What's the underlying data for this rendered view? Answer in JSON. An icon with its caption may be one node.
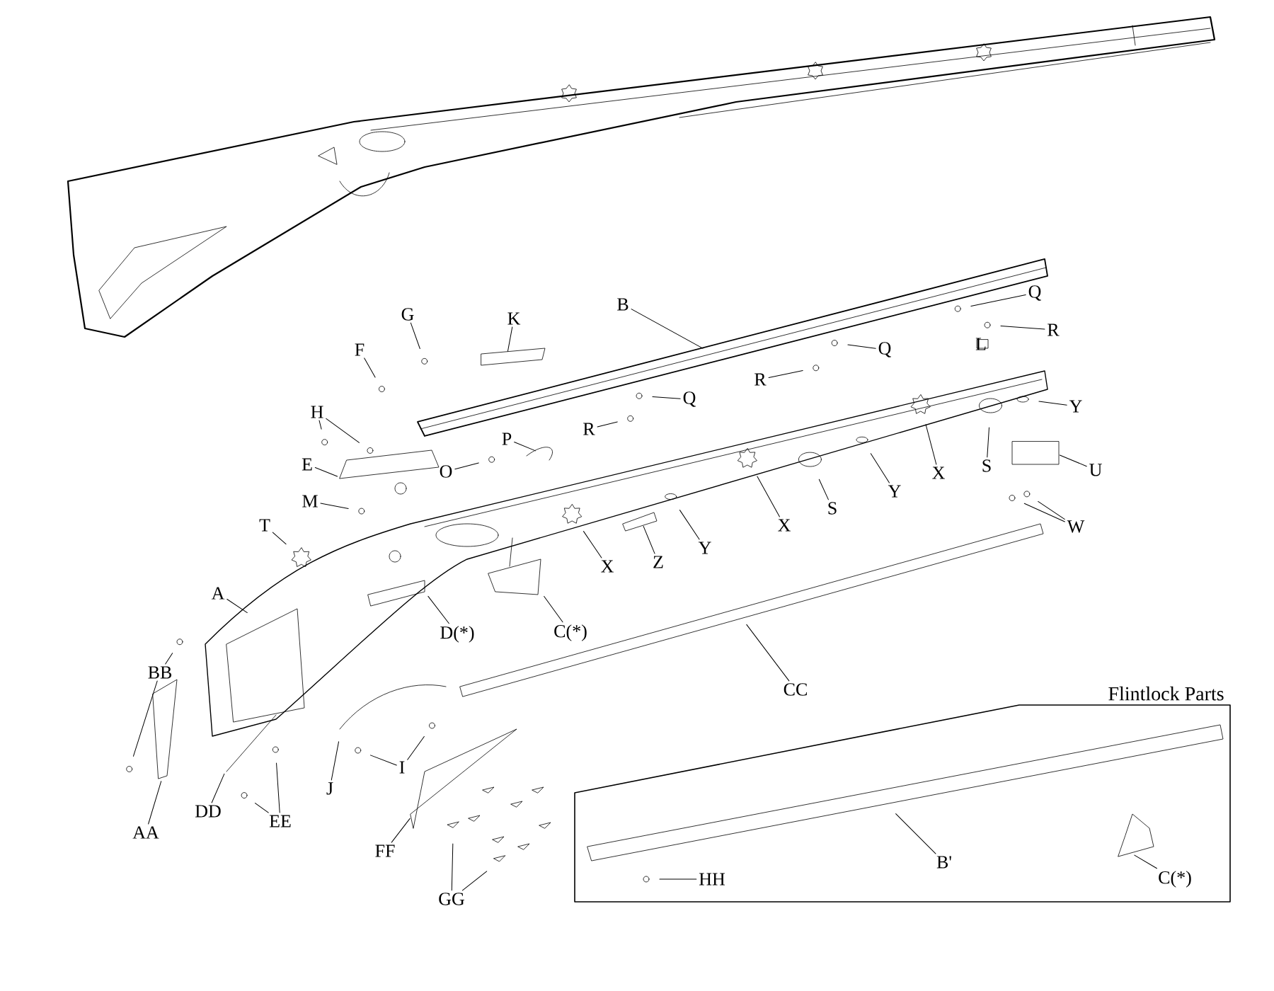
{
  "diagram": {
    "nodes": [
      {
        "text": [
          "B"
        ]
      },
      {
        "text": [
          "Q"
        ]
      },
      {
        "text": [
          "R"
        ]
      },
      {
        "text": [
          "G"
        ]
      },
      {
        "text": [
          "K"
        ]
      },
      {
        "text": [
          "F"
        ]
      },
      {
        "text": [
          "Q"
        ]
      },
      {
        "text": [
          "R"
        ]
      },
      {
        "text": [
          "H"
        ]
      },
      {
        "text": [
          "Y"
        ]
      },
      {
        "text": [
          "Q"
        ]
      },
      {
        "text": [
          "R"
        ]
      },
      {
        "text": [
          "P"
        ]
      },
      {
        "text": [
          "E"
        ]
      },
      {
        "text": [
          "O"
        ]
      },
      {
        "text": [
          "X"
        ]
      },
      {
        "text": [
          "S"
        ]
      },
      {
        "text": [
          "U"
        ]
      },
      {
        "text": [
          "M"
        ]
      },
      {
        "text": [
          "Y"
        ]
      },
      {
        "text": [
          "Y"
        ]
      },
      {
        "text": [
          "X"
        ]
      },
      {
        "text": [
          "S"
        ]
      },
      {
        "text": [
          "T"
        ]
      },
      {
        "text": [
          "Z"
        ]
      },
      {
        "text": [
          "X"
        ]
      },
      {
        "text": [
          "W"
        ]
      },
      {
        "text": [
          "A"
        ]
      },
      {
        "text": [
          "D(*)"
        ]
      },
      {
        "text": [
          "C(*)"
        ]
      },
      {
        "text": [
          "CC"
        ]
      },
      {
        "text": [
          "BB"
        ]
      },
      {
        "text": [
          "AA"
        ]
      },
      {
        "text": [
          "J"
        ]
      },
      {
        "text": [
          "I"
        ]
      },
      {
        "text": [
          "DD"
        ]
      },
      {
        "text": [
          "EE"
        ]
      },
      {
        "text": [
          "FF"
        ]
      },
      {
        "text": [
          "GG"
        ]
      },
      {
        "text": [
          "Flintlock Parts"
        ]
      },
      {
        "text": [
          "B'"
        ],
        "in": 39
      },
      {
        "text": [
          "HH"
        ],
        "in": 39
      },
      {
        "text": [
          "C(*)"
        ],
        "in": 39
      }
    ],
    "edges": [
      {
        "from": 0,
        "to": null,
        "arrow": "none"
      },
      {
        "from": 1,
        "to": null,
        "arrow": "none"
      },
      {
        "from": 2,
        "to": null,
        "arrow": "none"
      },
      {
        "from": 3,
        "to": null,
        "arrow": "none"
      },
      {
        "from": 4,
        "to": null,
        "arrow": "none"
      },
      {
        "from": 5,
        "to": null,
        "arrow": "none"
      },
      {
        "from": 6,
        "to": null,
        "arrow": "none"
      },
      {
        "from": 7,
        "to": null,
        "arrow": "none"
      },
      {
        "from": 8,
        "to": null,
        "arrow": "none"
      },
      {
        "from": 8,
        "to": null,
        "arrow": "none"
      },
      {
        "from": 9,
        "to": null,
        "arrow": "none"
      },
      {
        "from": 10,
        "to": null,
        "arrow": "none"
      },
      {
        "from": 11,
        "to": null,
        "arrow": "none"
      },
      {
        "from": 12,
        "to": null,
        "arrow": "none"
      },
      {
        "from": 13,
        "to": null,
        "arrow": "none"
      },
      {
        "from": 14,
        "to": null,
        "arrow": "none"
      },
      {
        "from": 15,
        "to": null,
        "arrow": "none"
      },
      {
        "from": 16,
        "to": null,
        "arrow": "none"
      },
      {
        "from": 17,
        "to": null,
        "arrow": "none"
      },
      {
        "from": 18,
        "to": null,
        "arrow": "none"
      },
      {
        "from": 19,
        "to": null,
        "arrow": "none"
      },
      {
        "from": 20,
        "to": null,
        "arrow": "none"
      },
      {
        "from": 21,
        "to": null,
        "arrow": "none"
      },
      {
        "from": 22,
        "to": null,
        "arrow": "none"
      },
      {
        "from": 23,
        "to": null,
        "arrow": "none"
      },
      {
        "from": 24,
        "to": null,
        "arrow": "none"
      },
      {
        "from": 25,
        "to": null,
        "arrow": "none"
      },
      {
        "from": 26,
        "to": null,
        "arrow": "none"
      },
      {
        "from": 26,
        "to": null,
        "arrow": "none"
      },
      {
        "from": 27,
        "to": null,
        "arrow": "none"
      },
      {
        "from": 28,
        "to": null,
        "arrow": "none"
      },
      {
        "from": 29,
        "to": null,
        "arrow": "none"
      },
      {
        "from": 30,
        "to": null,
        "arrow": "none"
      },
      {
        "from": 31,
        "to": null,
        "arrow": "none"
      },
      {
        "from": 31,
        "to": null,
        "arrow": "none"
      },
      {
        "from": 32,
        "to": null,
        "arrow": "none"
      },
      {
        "from": 33,
        "to": null,
        "arrow": "none"
      },
      {
        "from": 34,
        "to": null,
        "arrow": "none"
      },
      {
        "from": 34,
        "to": null,
        "arrow": "none"
      },
      {
        "from": 35,
        "to": null,
        "arrow": "none"
      },
      {
        "from": 36,
        "to": null,
        "arrow": "none"
      },
      {
        "from": 36,
        "to": null,
        "arrow": "none"
      },
      {
        "from": 37,
        "to": null,
        "arrow": "none"
      },
      {
        "from": 38,
        "to": null,
        "arrow": "none"
      },
      {
        "from": 38,
        "to": null,
        "arrow": "none"
      },
      {
        "from": 40,
        "to": null,
        "arrow": "none"
      },
      {
        "from": 41,
        "to": null,
        "arrow": "none"
      },
      {
        "from": 42,
        "to": null,
        "arrow": "none"
      }
    ],
    "labels": [
      "L"
    ]
  }
}
